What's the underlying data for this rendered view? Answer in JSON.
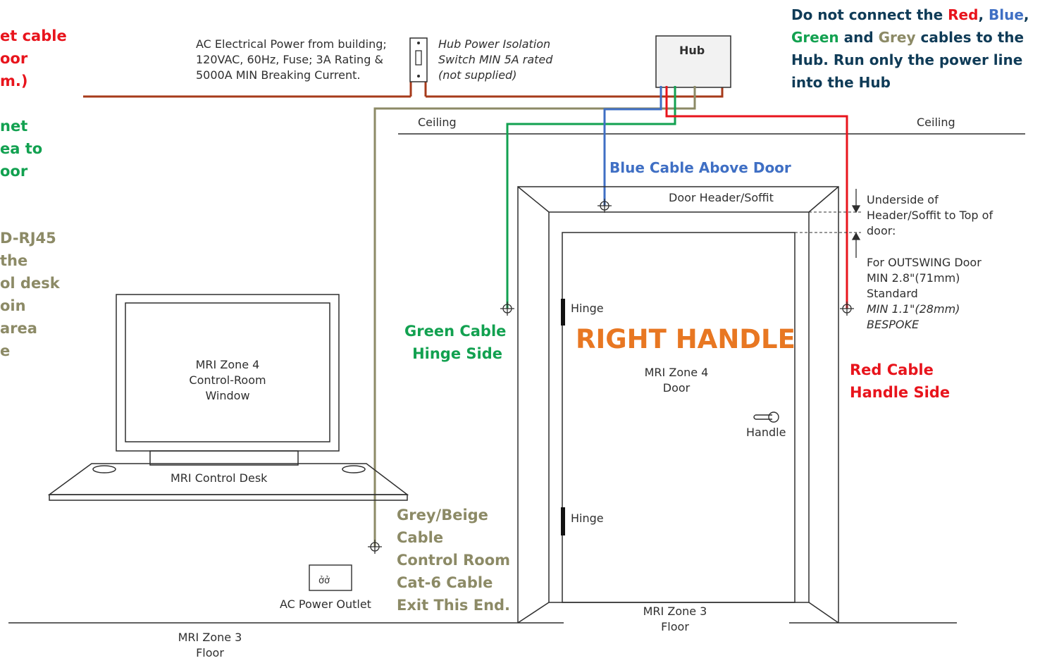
{
  "colors": {
    "red": "#e8141c",
    "green": "#12a150",
    "blue": "#3f6fc4",
    "beige": "#8c8a66",
    "power_brown": "#a63a1a",
    "orange": "#e87722",
    "navy": "#0f3b57",
    "line": "#2f2f2f"
  },
  "left_notes": {
    "red": [
      "et cable",
      "oor",
      "m.)"
    ],
    "green": [
      "net",
      "ea to",
      "oor"
    ],
    "beige": [
      "D-RJ45",
      " the",
      "ol desk",
      "oin",
      "area",
      "e"
    ]
  },
  "power": {
    "building_lines": [
      "AC Electrical Power from building;",
      "120VAC, 60Hz, Fuse; 3A Rating &",
      "5000A MIN Breaking Current."
    ],
    "switch_lines": [
      "Hub Power Isolation",
      "Switch MIN 5A rated",
      "(not supplied)"
    ]
  },
  "hub": {
    "label": "Hub"
  },
  "note_top_right": {
    "line1": {
      "pre": "Do not connect the ",
      "red": "Red",
      "sep1": ", ",
      "blue": "Blue",
      "sep2": ","
    },
    "line2": {
      "green": "Green",
      "mid": " and ",
      "grey": "Grey",
      "post": " cables to the"
    },
    "line3": "Hub. Run only the power line",
    "line4": "into the Hub"
  },
  "ceiling": {
    "left": "Ceiling",
    "right": "Ceiling"
  },
  "blue_label": "Blue Cable Above Door",
  "door_header": "Door Header/Soffit",
  "clearance": {
    "lines": [
      "Underside of",
      "Header/Soffit to Top of",
      "door:"
    ],
    "outswing": [
      "For OUTSWING Door",
      "MIN 2.8\"(71mm)",
      "Standard"
    ],
    "bespoke": [
      "MIN 1.1\"(28mm)",
      "BESPOKE"
    ]
  },
  "hinge_top": "Hinge",
  "hinge_bottom": "Hinge",
  "right_handle": "RIGHT HANDLE",
  "door_label": [
    "MRI Zone 4",
    "Door"
  ],
  "handle": "Handle",
  "green_label": [
    "Green Cable",
    "Hinge Side"
  ],
  "red_label": [
    "Red Cable",
    "Handle Side"
  ],
  "window_label": [
    "MRI Zone 4",
    "Control-Room",
    "Window"
  ],
  "desk_label": "MRI Control Desk",
  "grey_label": [
    "Grey/Beige",
    "Cable",
    "Control Room",
    "Cat-6 Cable",
    "Exit This End."
  ],
  "outlet_label": "AC Power Outlet",
  "floor_left": [
    "MRI Zone 3",
    "Floor"
  ],
  "floor_door": [
    "MRI Zone 3",
    "Floor"
  ]
}
